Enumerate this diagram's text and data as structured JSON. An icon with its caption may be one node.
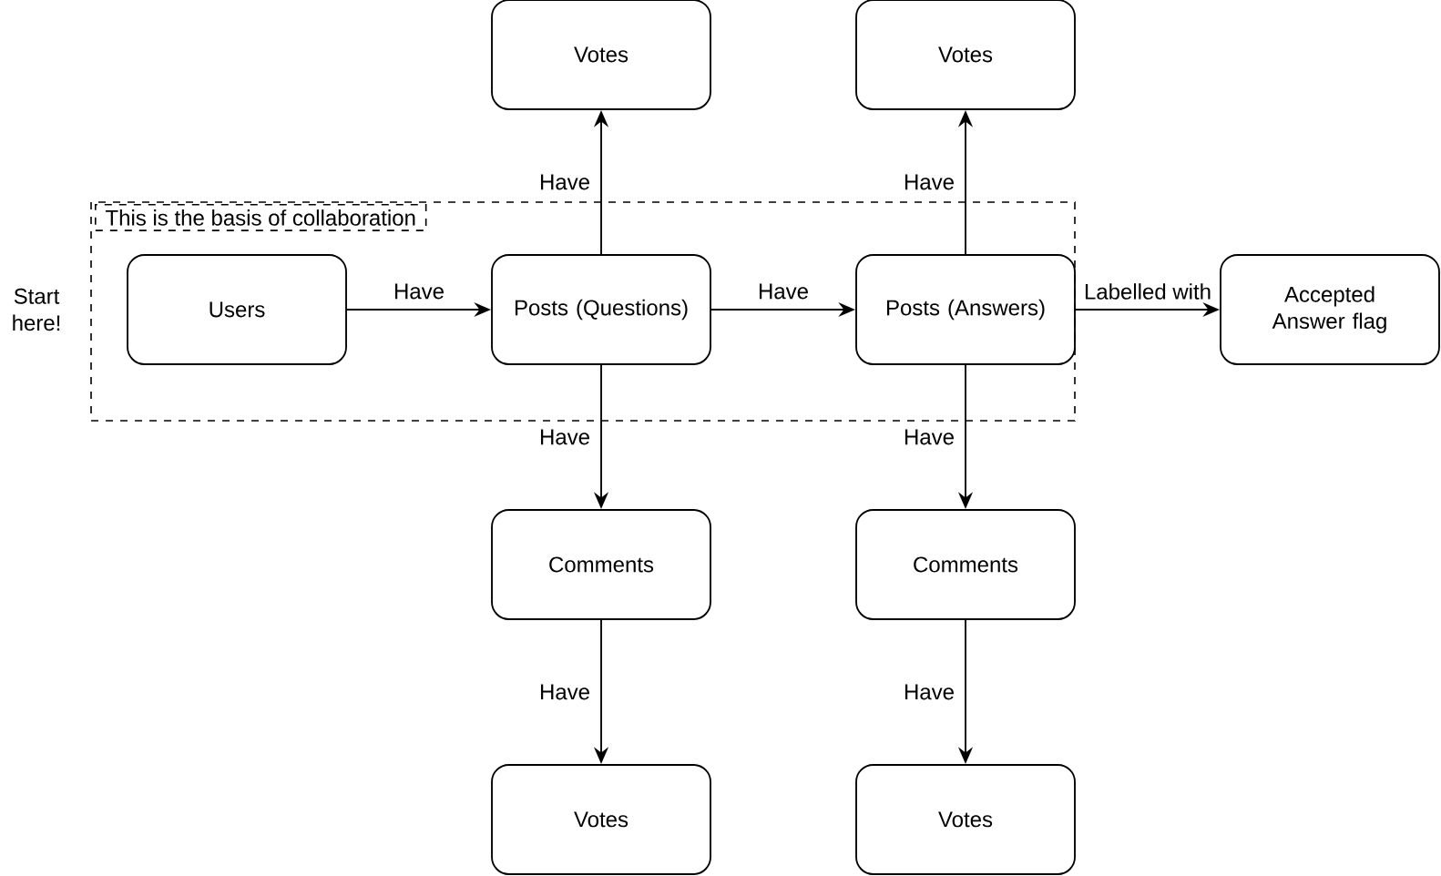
{
  "diagram": {
    "nodes": [
      {
        "text": [
          "This is the basis of collaboration"
        ]
      },
      {
        "text": [
          "Users"
        ],
        "in": 0
      },
      {
        "text": [
          "Posts (Questions)"
        ],
        "in": 0
      },
      {
        "text": [
          "Posts (Answers)"
        ],
        "in": 0
      },
      {
        "text": [
          "Accepted Answer flag"
        ]
      },
      {
        "text": [
          "Votes"
        ]
      },
      {
        "text": [
          "Votes"
        ]
      },
      {
        "text": [
          "Comments"
        ]
      },
      {
        "text": [
          "Comments"
        ]
      },
      {
        "text": [
          "Votes"
        ]
      },
      {
        "text": [
          "Votes"
        ]
      }
    ],
    "edges": [
      {
        "from": 1,
        "to": 2,
        "arrow": "to",
        "label": "Have"
      },
      {
        "from": 2,
        "to": 3,
        "arrow": "to",
        "label": "Have"
      },
      {
        "from": 3,
        "to": 4,
        "arrow": "to",
        "label": "Labelled with"
      },
      {
        "from": 2,
        "to": 5,
        "arrow": "to",
        "label": "Have"
      },
      {
        "from": 3,
        "to": 6,
        "arrow": "to",
        "label": "Have"
      },
      {
        "from": 2,
        "to": 7,
        "arrow": "to",
        "label": "Have"
      },
      {
        "from": 3,
        "to": 8,
        "arrow": "to",
        "label": "Have"
      },
      {
        "from": 7,
        "to": 9,
        "arrow": "to",
        "label": "Have"
      },
      {
        "from": 8,
        "to": 10,
        "arrow": "to",
        "label": "Have"
      }
    ],
    "labels": [
      "Start here!"
    ]
  }
}
